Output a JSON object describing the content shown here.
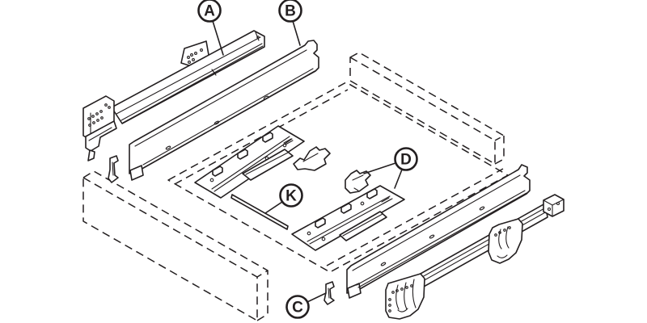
{
  "diagram": {
    "background_color": "#ffffff",
    "line_color": "#231f20",
    "callouts": [
      {
        "letter": "A"
      },
      {
        "letter": "B"
      },
      {
        "letter": "C"
      },
      {
        "letter": "D"
      },
      {
        "letter": "K"
      }
    ]
  }
}
